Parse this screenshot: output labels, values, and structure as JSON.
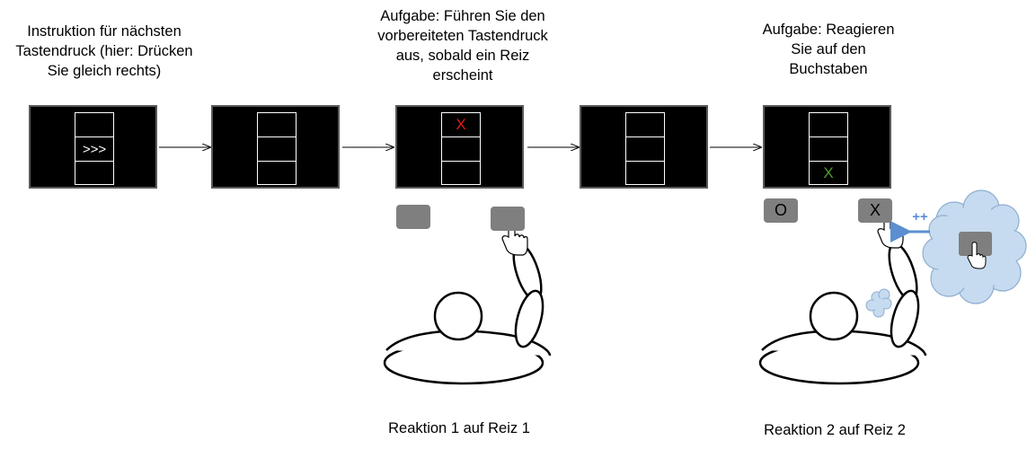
{
  "captions": {
    "step1": "Instruktion für nächsten\nTastendruck (hier:  Drücken\nSie  gleich rechts)",
    "step3": "Aufgabe: Führen Sie den\nvorbereiteten Tastendruck\naus, sobald ein Reiz\nerscheint",
    "step5": "Aufgabe: Reagieren\nSie auf den\nBuchstaben",
    "reaction1": "Reaktion 1 auf Reiz 1",
    "reaction2": "Reaktion 2 auf Reiz 2"
  },
  "screens": {
    "screen1": {
      "symbol": ">>>",
      "color": "#ffffff"
    },
    "screen3": {
      "symbol": "X",
      "color": "#e31a1c"
    },
    "screen5": {
      "symbol": "X",
      "color": "#4e9a2f"
    }
  },
  "keys": {
    "left2": "O",
    "right2": "X"
  },
  "anticipation_label": "++",
  "colors": {
    "thought_cloud": "#c6dbef",
    "thought_cloud_stroke": "#8eaed0",
    "arrow_blue": "#5b8fd1",
    "key_grey": "#7f7f7f"
  }
}
